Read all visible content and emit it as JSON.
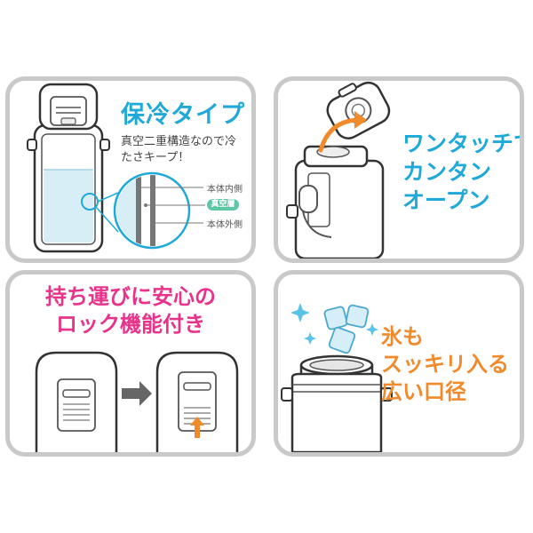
{
  "panels": {
    "cold": {
      "title": "保冷タイプ",
      "desc": "真空二重構造なので冷たさキープ！",
      "label_inner": "本体内側",
      "label_vacuum": "真空層",
      "label_outer": "本体外側"
    },
    "onetouch": {
      "line1": "ワンタッチで",
      "line2": "カンタン",
      "line3": "オープン"
    },
    "lock": {
      "line1": "持ち運びに安心の",
      "line2": "ロック機能付き"
    },
    "ice": {
      "line1": "氷も",
      "line2": "スッキリ入る",
      "line3": "広い口径"
    }
  },
  "colors": {
    "blue": "#1fa9d8",
    "pink": "#e8338a",
    "orange": "#f18a2a",
    "green": "#5ec7a4",
    "panel_border": "#c9c9c9"
  }
}
